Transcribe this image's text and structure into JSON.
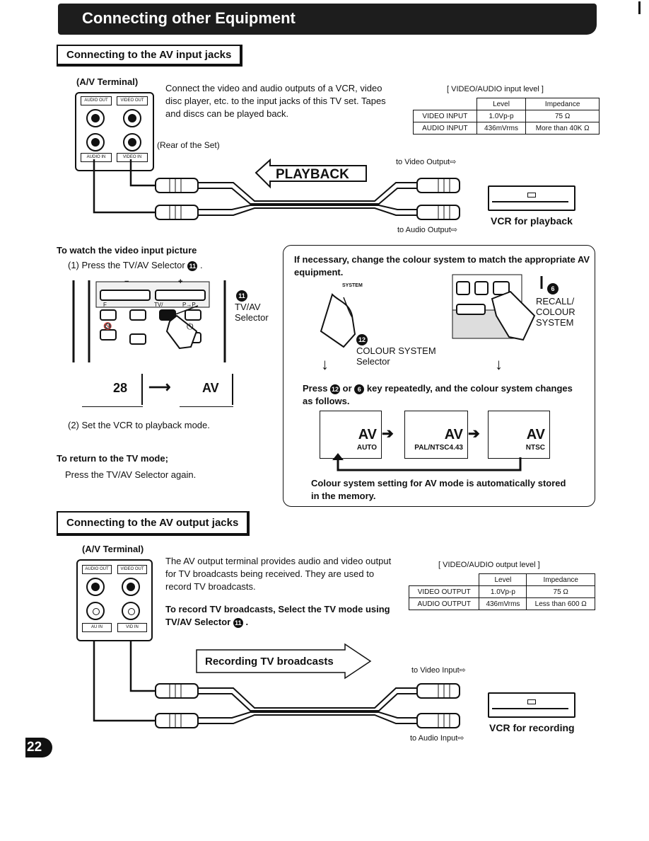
{
  "header": {
    "title": "Connecting other Equipment"
  },
  "section1": {
    "title": "Connecting to the AV input jacks",
    "terminal_label": "(A/V Terminal)",
    "jack_labels": [
      "AUDIO OUT",
      "VIDEO OUT",
      "AUDIO IN",
      "VIDEO IN"
    ],
    "description": "Connect the video and audio outputs of a VCR, video disc player, etc. to the input jacks of this TV set. Tapes and discs can be played back.",
    "rear_note": "(Rear of the Set)",
    "table": {
      "title": "[ VIDEO/AUDIO input level ]",
      "headers": [
        "",
        "Level",
        "Impedance"
      ],
      "rows": [
        [
          "VIDEO INPUT",
          "1.0Vp-p",
          "75 Ω"
        ],
        [
          "AUDIO INPUT",
          "436mVrms",
          "More than 40K Ω"
        ]
      ]
    },
    "playback_label": "PLAYBACK",
    "to_video_output": "to Video Output⇨",
    "to_audio_output": "to Audio Output⇨",
    "vcr_label": "VCR for playback"
  },
  "watch": {
    "title": "To watch the video input picture",
    "step1": "(1) Press the TV/AV Selector",
    "step1_badge": "11",
    "step1_end": ".",
    "callout_badge": "11",
    "callout_label": "TV/AV Selector",
    "channel_from": "28",
    "channel_to": "AV",
    "step2": "(2) Set the VCR to playback mode.",
    "return_title": "To return to the TV mode;",
    "return_text": "Press the TV/AV Selector again.",
    "remote_labels": {
      "plus": "+",
      "minus": "−",
      "f": "F",
      "tvav": "TV/",
      "pp": "P→P",
      "power": "⏻",
      "mute": "🔇"
    }
  },
  "colour": {
    "intro": "If necessary, change the colour system to match the appropriate AV equipment.",
    "system_tag": "SYSTEM",
    "badge_12": "12",
    "badge_6": "6",
    "selector_label": "COLOUR SYSTEM Selector",
    "recall_label": "RECALL/ COLOUR SYSTEM",
    "press_text_a": "Press",
    "press_text_or": "or",
    "press_text_b": "key repeatedly, and the colour system changes as follows.",
    "modes": [
      {
        "av": "AV",
        "sub": "AUTO"
      },
      {
        "av": "AV",
        "sub": "PAL/NTSC4.43"
      },
      {
        "av": "AV",
        "sub": "NTSC"
      }
    ],
    "memory_note": "Colour system setting for AV mode is automatically stored in the memory."
  },
  "section2": {
    "title": "Connecting to the AV output jacks",
    "terminal_label": "(A/V Terminal)",
    "jack_labels": [
      "AUDIO OUT",
      "VIDEO OUT",
      "AU IN",
      "VID IN"
    ],
    "description": "The AV output terminal provides audio and video output for TV broadcasts being received. They are used to record TV broadcasts.",
    "record_note": "To record TV broadcasts, Select the TV mode using TV/AV Selector",
    "record_badge": "11",
    "record_end": ".",
    "table": {
      "title": "[ VIDEO/AUDIO output level ]",
      "headers": [
        "",
        "Level",
        "Impedance"
      ],
      "rows": [
        [
          "VIDEO OUTPUT",
          "1.0Vp-p",
          "75 Ω"
        ],
        [
          "AUDIO OUTPUT",
          "436mVrms",
          "Less than 600 Ω"
        ]
      ]
    },
    "recording_label": "Recording TV broadcasts",
    "to_video_input": "to Video Input⇨",
    "to_audio_input": "to Audio Input⇨",
    "vcr_label": "VCR for recording"
  },
  "page_number": "22"
}
